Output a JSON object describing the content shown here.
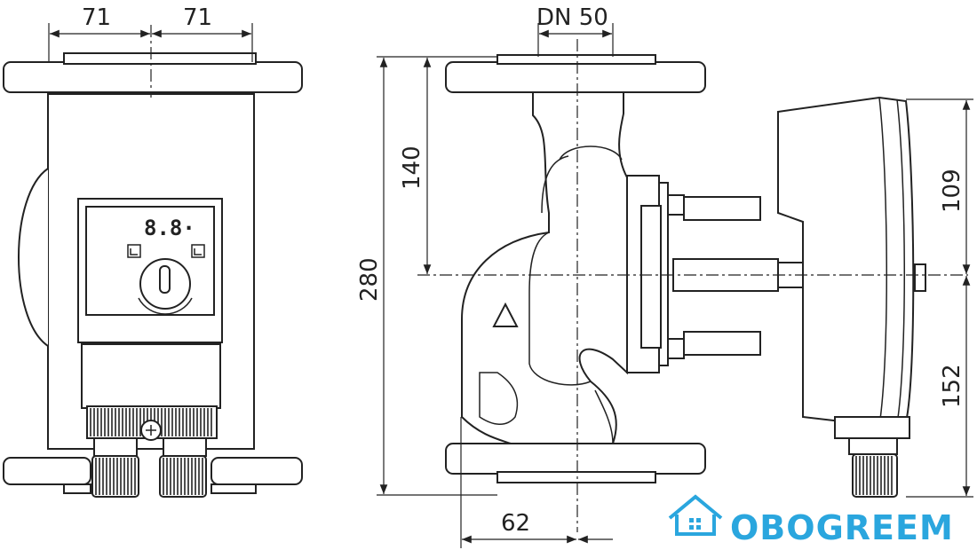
{
  "dimensions": {
    "flange_left_half": "71",
    "flange_right_half": "71",
    "nominal_diameter": "DN 50",
    "installation_length": "280",
    "upper_height": "140",
    "motor_upper": "109",
    "motor_lower": "152",
    "offset": "62"
  },
  "display": {
    "readout": "8.8·"
  },
  "watermark": {
    "brand": "OBOGREEM"
  },
  "colors": {
    "line": "#222222",
    "watermark": "#2aa6de",
    "background": "#ffffff"
  },
  "icons": [
    "warning-triangle-icon",
    "screw-icon",
    "house-logo-icon"
  ]
}
